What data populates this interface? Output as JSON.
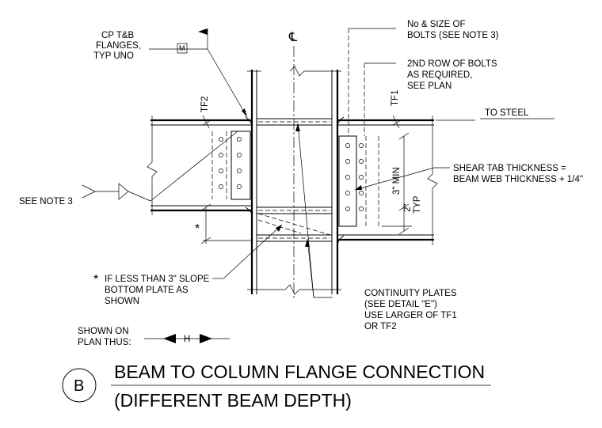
{
  "detail": {
    "letter": "B",
    "title_line1": "BEAM TO COLUMN FLANGE CONNECTION",
    "title_line2": "(DIFFERENT BEAM DEPTH)"
  },
  "notes": {
    "cp_line1": "CP T&B",
    "cp_line2": "FLANGES,",
    "cp_line3": "TYP UNO",
    "weld_symbol_letter": "M",
    "centerline_mark": "℄",
    "bolts_line1": "No & SIZE OF",
    "bolts_line2": "BOLTS (SEE NOTE 3)",
    "row2_line1": "2ND ROW OF BOLTS",
    "row2_line2": "AS REQUIRED,",
    "row2_line3": "SEE PLAN",
    "tf2": "TF2",
    "tf1": "TF1",
    "to_steel": "TO STEEL",
    "shear_line1": "SHEAR TAB THICKNESS =",
    "shear_line2": "BEAM WEB THICKNESS + 1/4\"",
    "min_dim": "3\" MIN",
    "typ_dim1": "2\"",
    "typ_dim2": "TYP",
    "see_note3": "SEE NOTE 3",
    "asterisk": "*",
    "slope_line1": "IF LESS THAN 3\" SLOPE",
    "slope_line2": "BOTTOM PLATE AS",
    "slope_line3": "SHOWN",
    "cont_line1": "CONTINUITY PLATES",
    "cont_line2": "(SEE DETAIL \"E\")",
    "cont_line3": "USE LARGER OF TF1",
    "cont_line4": "OR TF2",
    "shown_line1": "SHOWN ON",
    "shown_line2": "PLAN THUS:",
    "plan_symbol_letter": "H"
  }
}
